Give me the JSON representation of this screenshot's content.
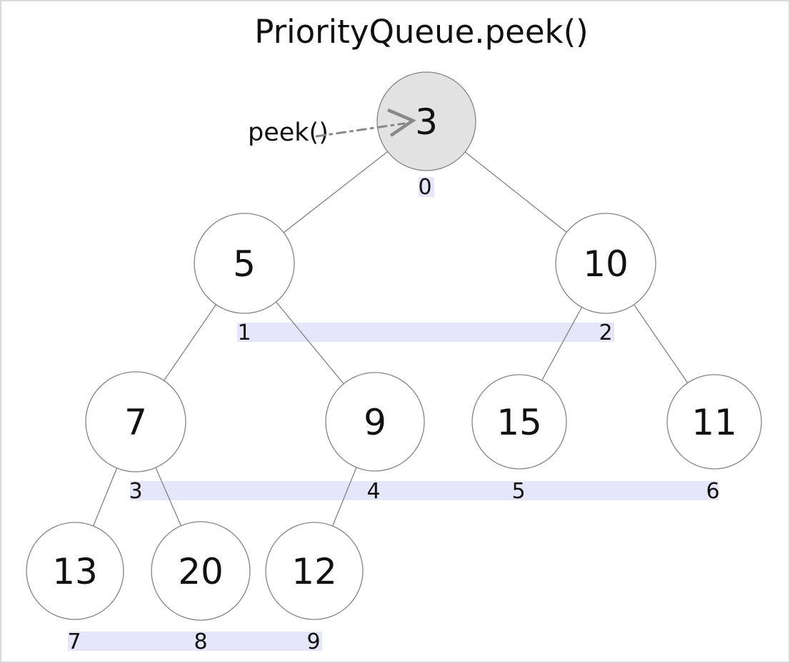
{
  "title": "PriorityQueue.peek()",
  "annotation": {
    "label": "peek()",
    "target_node_value": "3"
  },
  "heap": {
    "array": [
      3,
      5,
      10,
      7,
      9,
      15,
      11,
      13,
      20,
      12
    ],
    "nodes": [
      {
        "value": "3",
        "index": "0",
        "highlighted": true
      },
      {
        "value": "5",
        "index": "1",
        "highlighted": false
      },
      {
        "value": "10",
        "index": "2",
        "highlighted": false
      },
      {
        "value": "7",
        "index": "3",
        "highlighted": false
      },
      {
        "value": "9",
        "index": "4",
        "highlighted": false
      },
      {
        "value": "15",
        "index": "5",
        "highlighted": false
      },
      {
        "value": "11",
        "index": "6",
        "highlighted": false
      },
      {
        "value": "13",
        "index": "7",
        "highlighted": false
      },
      {
        "value": "20",
        "index": "8",
        "highlighted": false
      },
      {
        "value": "12",
        "index": "9",
        "highlighted": false
      }
    ],
    "edges": [
      [
        0,
        1
      ],
      [
        0,
        2
      ],
      [
        1,
        3
      ],
      [
        1,
        4
      ],
      [
        2,
        5
      ],
      [
        2,
        6
      ],
      [
        3,
        7
      ],
      [
        3,
        8
      ],
      [
        4,
        9
      ]
    ]
  },
  "colors": {
    "highlight_node_fill": "#e2e2e2",
    "node_fill": "#ffffff",
    "node_border": "#858585",
    "edge": "#7a7a7a",
    "index_bg": "#e6e6fa",
    "text": "#111111",
    "annotation_blue": "#2222dd",
    "arrow_gray": "#888888"
  }
}
